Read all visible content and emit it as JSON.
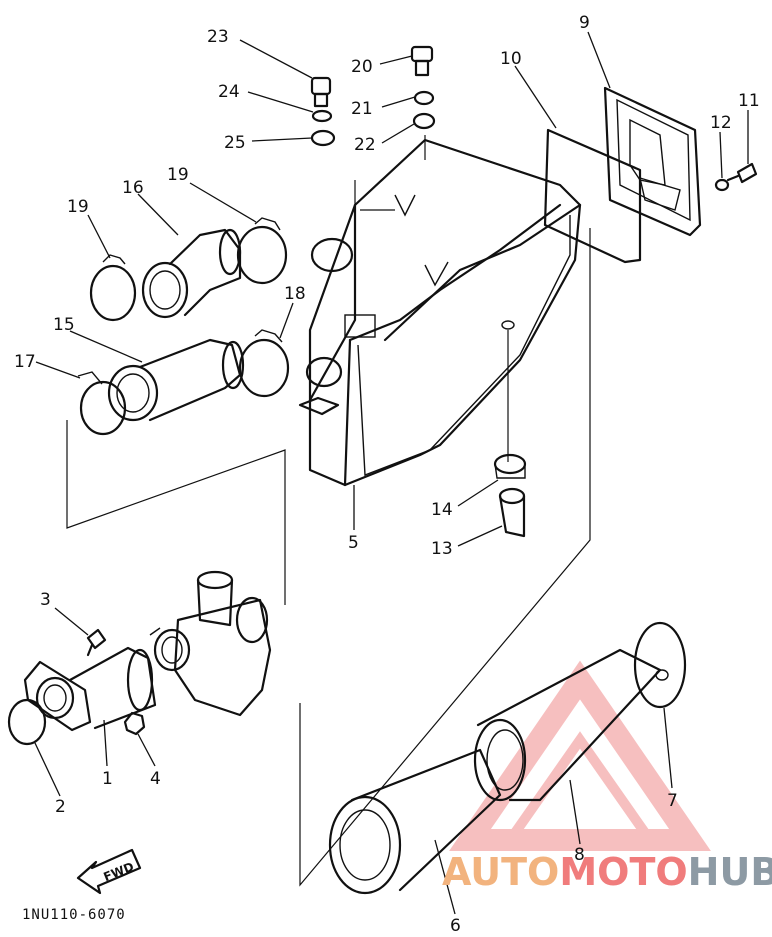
{
  "diagram": {
    "code_label": "1NU110-6070",
    "fwd_label": "FWD",
    "watermark": {
      "part_a": "AUTO",
      "part_b": "MOTO",
      "part_c": "HUB",
      "color_a": "#f2b37e",
      "color_b": "#f07c7c",
      "color_c": "#8d9aa4",
      "logo_color": "#f08c8c"
    },
    "callouts": [
      "23",
      "20",
      "24",
      "21",
      "25",
      "22",
      "9",
      "10",
      "11",
      "12",
      "19",
      "16",
      "19",
      "18",
      "15",
      "17",
      "14",
      "13",
      "5",
      "3",
      "1",
      "2",
      "4",
      "7",
      "8",
      "6"
    ]
  }
}
